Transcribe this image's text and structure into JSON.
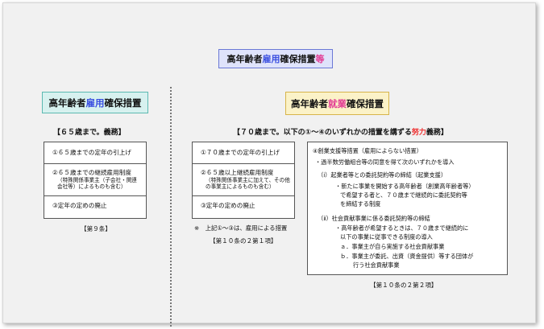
{
  "title": {
    "pre": "高年齢者",
    "highlight": "雇用",
    "mid": "確保措置",
    "post": "等"
  },
  "left": {
    "heading": {
      "pre": "高年齢者",
      "highlight": "雇用",
      "post": "確保措置"
    },
    "requirement": "【６５歳まで。義務】",
    "items": [
      {
        "label": "①６５歳までの定年の引上げ",
        "sub": []
      },
      {
        "label": "②６５歳までの継続雇用制度",
        "sub": [
          "（特殊関係事業主（子会社・関連",
          "会社等）によるものも含む）"
        ]
      },
      {
        "label": "③定年の定めの廃止",
        "sub": []
      }
    ],
    "article": "【第９条】"
  },
  "middle": {
    "items": [
      {
        "label": "①７０歳までの定年の引上げ",
        "sub": []
      },
      {
        "label": "②６５歳以上継続雇用制度",
        "sub": [
          "（特殊関係事業主に加えて、その他",
          "の事業主によるものも含む）"
        ]
      },
      {
        "label": "③定年の定めの廃止",
        "sub": []
      }
    ],
    "note": "※　上記①～③は、雇用による措置",
    "article": "【第１０条の２第１項】"
  },
  "right": {
    "heading": {
      "pre": "高年齢者",
      "highlight": "就業",
      "post": "確保措置"
    },
    "requirement": {
      "pre": "【７０歳まで。以下の①～④のいずれかの措置を講ずる",
      "highlight": "努力",
      "post": "義務】"
    },
    "box_lines": [
      "④創業支援等措置（雇用によらない措置）",
      "・過半数労働組合等の同意を得て次のいずれかを導入",
      "（ⅰ）起業者等との委託契約等の締結（起業支援）",
      "・新たに事業を開始する高年齢者（創業高年齢者等）",
      "で希望する者と、７０歳まで継続的に委託契約等",
      "を締結する制度",
      "（ⅱ）社会貢献事業に係る委託契約等の締結",
      "・高年齢者が希望するときは、７０歳まで継続的に",
      "以下の事業に従事できる制度の導入",
      "ａ．事業主が自ら実施する社会貢献事業",
      "ｂ．事業主が委託、出資（資金提供）等する団体が",
      "行う社会貢献事業"
    ],
    "article": "【第１０条の２第２項】"
  },
  "colors": {
    "title_bg": "#dfe3fb",
    "left_head_bg": "#d7f1ef",
    "right_head_bg": "#fbf2c8",
    "blue": "#3a4fe0",
    "pink": "#e23a94",
    "red": "#ee3333"
  }
}
